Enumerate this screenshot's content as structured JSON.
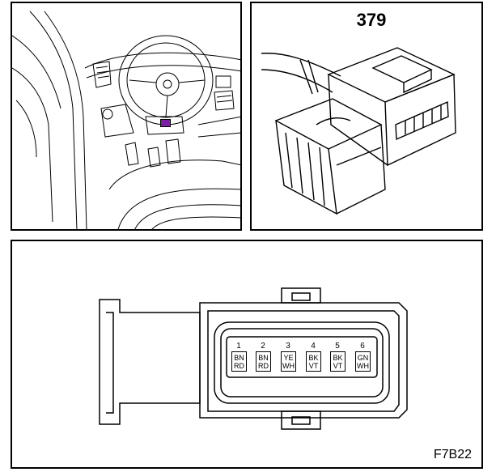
{
  "location_view": {
    "marker_color": "#7a1fa2"
  },
  "connector_view": {
    "component_number": "379"
  },
  "pinout": {
    "pins": [
      {
        "number": "1",
        "color_line1": "BN",
        "color_line2": "RD"
      },
      {
        "number": "2",
        "color_line1": "BN",
        "color_line2": "RD"
      },
      {
        "number": "3",
        "color_line1": "YE",
        "color_line2": "WH"
      },
      {
        "number": "4",
        "color_line1": "BK",
        "color_line2": "VT"
      },
      {
        "number": "5",
        "color_line1": "BK",
        "color_line2": "VT"
      },
      {
        "number": "6",
        "color_line1": "GN",
        "color_line2": "WH"
      }
    ],
    "figure_code": "F7B22"
  }
}
